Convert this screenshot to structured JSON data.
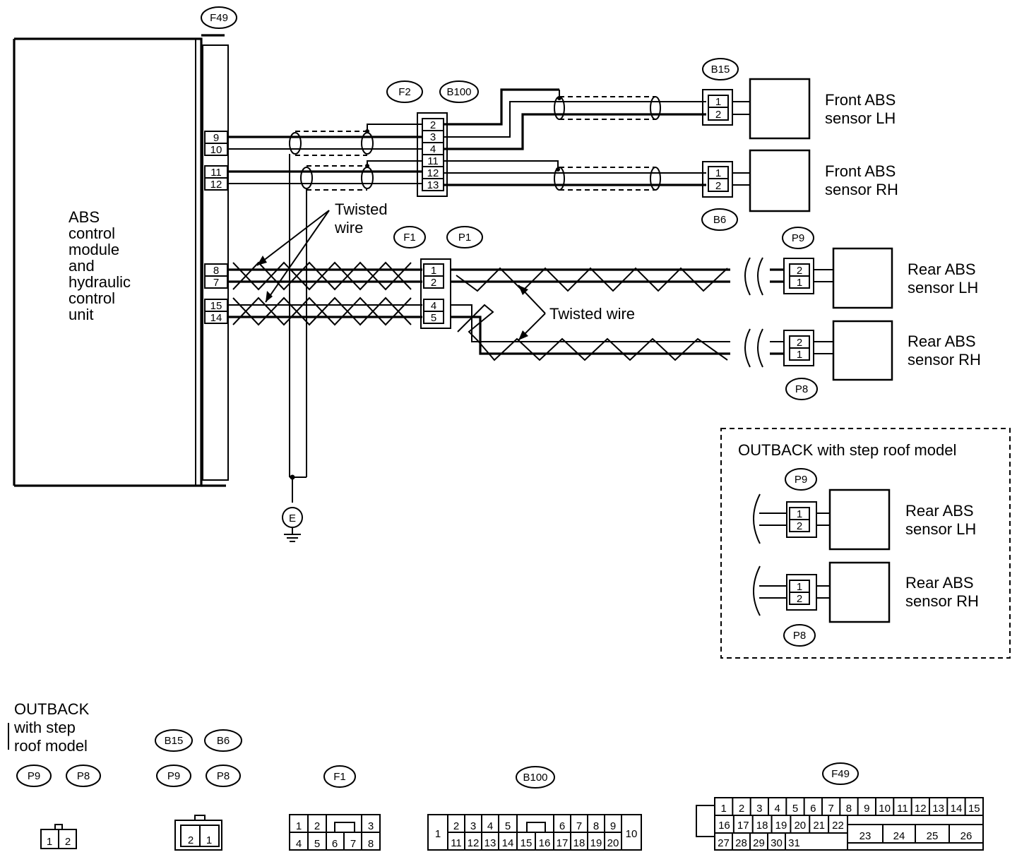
{
  "module": {
    "label_lines": [
      "ABS",
      "control",
      "module",
      "and",
      "hydraulic",
      "control",
      "unit"
    ],
    "connector": "F49",
    "pins_front": [
      "9",
      "10",
      "11",
      "12"
    ],
    "pins_rear": [
      "8",
      "7",
      "15",
      "14"
    ]
  },
  "front_connectors": {
    "labels": [
      "F2",
      "B100"
    ],
    "pins": [
      "2",
      "3",
      "4",
      "11",
      "12",
      "13"
    ]
  },
  "rear_connectors": {
    "labels": [
      "F1",
      "P1"
    ],
    "pins": [
      "1",
      "2",
      "4",
      "5"
    ]
  },
  "ground_label": "E",
  "twisted_wire_labels": [
    "Twisted",
    "wire",
    "Twisted wire"
  ],
  "sensors": [
    {
      "connector": "B15",
      "pins": [
        "1",
        "2"
      ],
      "name_lines": [
        "Front ABS",
        "sensor LH"
      ]
    },
    {
      "connector": "B6",
      "pins": [
        "1",
        "2"
      ],
      "name_lines": [
        "Front ABS",
        "sensor RH"
      ]
    },
    {
      "connector": "P9",
      "pins": [
        "2",
        "1"
      ],
      "name_lines": [
        "Rear ABS",
        "sensor LH"
      ]
    },
    {
      "connector": "P8",
      "pins": [
        "2",
        "1"
      ],
      "name_lines": [
        "Rear ABS",
        "sensor RH"
      ]
    }
  ],
  "inset": {
    "title": "OUTBACK with step roof model",
    "sensors": [
      {
        "connector": "P9",
        "pins": [
          "1",
          "2"
        ],
        "name_lines": [
          "Rear ABS",
          "sensor LH"
        ]
      },
      {
        "connector": "P8",
        "pins": [
          "1",
          "2"
        ],
        "name_lines": [
          "Rear ABS",
          "sensor RH"
        ]
      }
    ]
  },
  "legend": {
    "note_lines": [
      "OUTBACK",
      "with step",
      "roof model"
    ],
    "group1": {
      "labels": [
        "P9",
        "P8"
      ],
      "pins": [
        "1",
        "2"
      ]
    },
    "group2": {
      "labels_top": [
        "B15",
        "B6"
      ],
      "labels_bottom": [
        "P9",
        "P8"
      ],
      "pins": [
        "2",
        "1"
      ]
    },
    "f1": {
      "label": "F1",
      "pins_top": [
        "1",
        "2",
        "3"
      ],
      "pins_bottom": [
        "4",
        "5",
        "6",
        "7",
        "8"
      ]
    },
    "b100": {
      "label": "B100",
      "pins_top": [
        "1",
        "2",
        "3",
        "4",
        "5",
        "6",
        "7",
        "8",
        "9",
        "10"
      ],
      "pins_bottom": [
        "11",
        "12",
        "13",
        "14",
        "15",
        "16",
        "17",
        "18",
        "19",
        "20"
      ]
    },
    "f49": {
      "label": "F49",
      "row1": [
        "1",
        "2",
        "3",
        "4",
        "5",
        "6",
        "7",
        "8",
        "9",
        "10",
        "11",
        "12",
        "13",
        "14",
        "15"
      ],
      "row2": [
        "16",
        "17",
        "18",
        "19",
        "20",
        "21",
        "22"
      ],
      "row2_wide": [
        "23",
        "24",
        "25",
        "26"
      ],
      "row3": [
        "27",
        "28",
        "29",
        "30",
        "31"
      ]
    }
  }
}
